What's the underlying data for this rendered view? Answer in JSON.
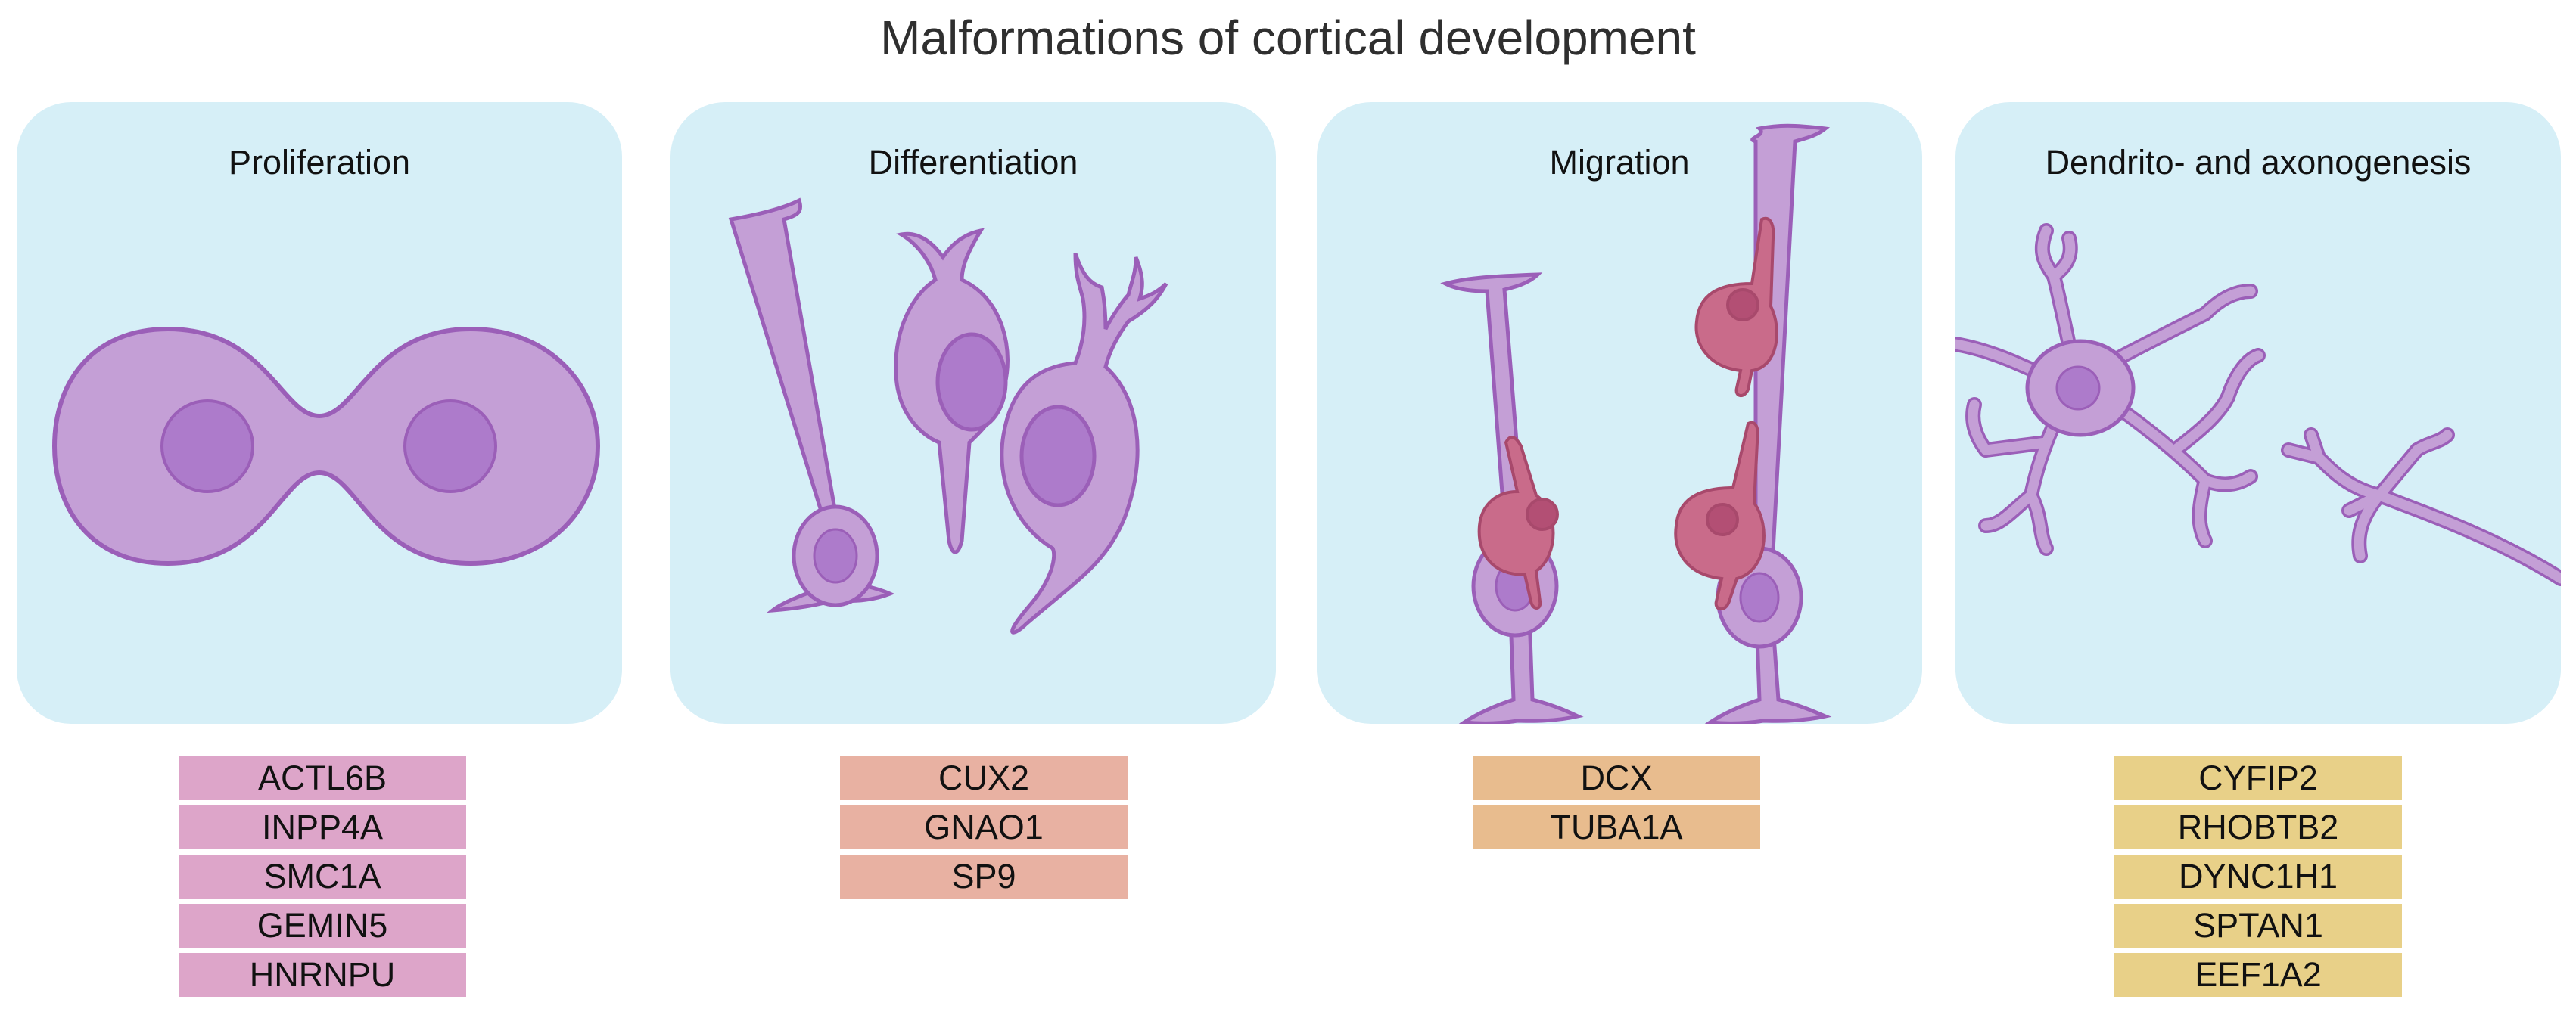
{
  "title": "Malformations of cortical development",
  "colors": {
    "panel_bg": "#d6eff7",
    "cell_fill": "#c49fd6",
    "cell_stroke": "#9b5fb8",
    "nucleus": "#ad7bcb",
    "migrating_cell": "#c96b8a",
    "proliferation_box": "#dda5c9",
    "differentiation_box": "#e8b1a2",
    "migration_box": "#e8bc8e",
    "axonogenesis_box": "#e8d088"
  },
  "panels": [
    {
      "title": "Proliferation",
      "genes": [
        "ACTL6B",
        "INPP4A",
        "SMC1A",
        "GEMIN5",
        "HNRNPU"
      ]
    },
    {
      "title": "Differentiation",
      "genes": [
        "CUX2",
        "GNAO1",
        "SP9"
      ]
    },
    {
      "title": "Migration",
      "genes": [
        "DCX",
        "TUBA1A"
      ]
    },
    {
      "title": "Dendrito- and axonogenesis",
      "genes": [
        "CYFIP2",
        "RHOBTB2",
        "DYNC1H1",
        "SPTAN1",
        "EEF1A2"
      ]
    }
  ]
}
